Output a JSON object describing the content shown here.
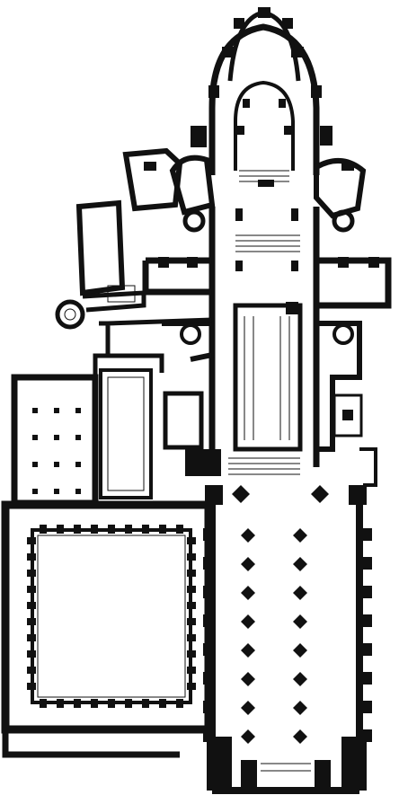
{
  "plan": {
    "ink_color": "#111111",
    "paper_color": "#ffffff",
    "has_text_labels": false
  },
  "nave_piers": {
    "columns": 2,
    "rows": 8
  },
  "chapter_house_columns": {
    "columns": 3,
    "rows": 4
  }
}
